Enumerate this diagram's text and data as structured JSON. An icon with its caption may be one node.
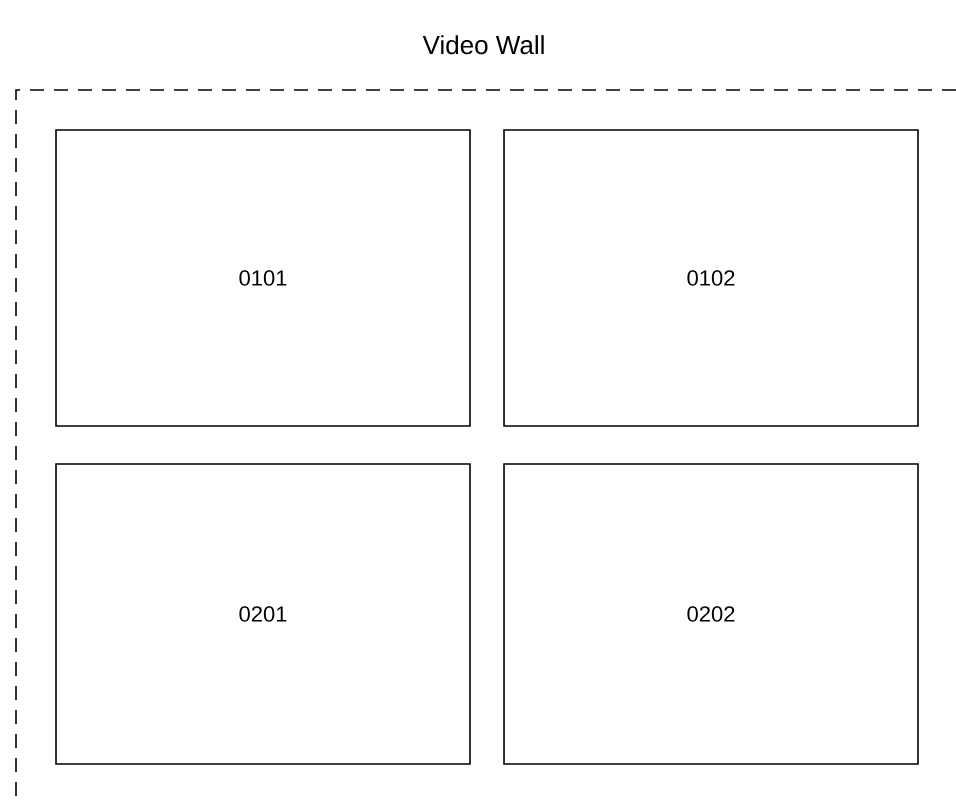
{
  "diagram": {
    "nodes": [
      {
        "text": [
          "Video Wall"
        ]
      },
      {
        "text": [
          "0101"
        ],
        "in": 0
      },
      {
        "text": [
          "0102"
        ],
        "in": 0
      },
      {
        "text": [
          "0201"
        ],
        "in": 0
      },
      {
        "text": [
          "0202"
        ],
        "in": 0
      }
    ]
  }
}
